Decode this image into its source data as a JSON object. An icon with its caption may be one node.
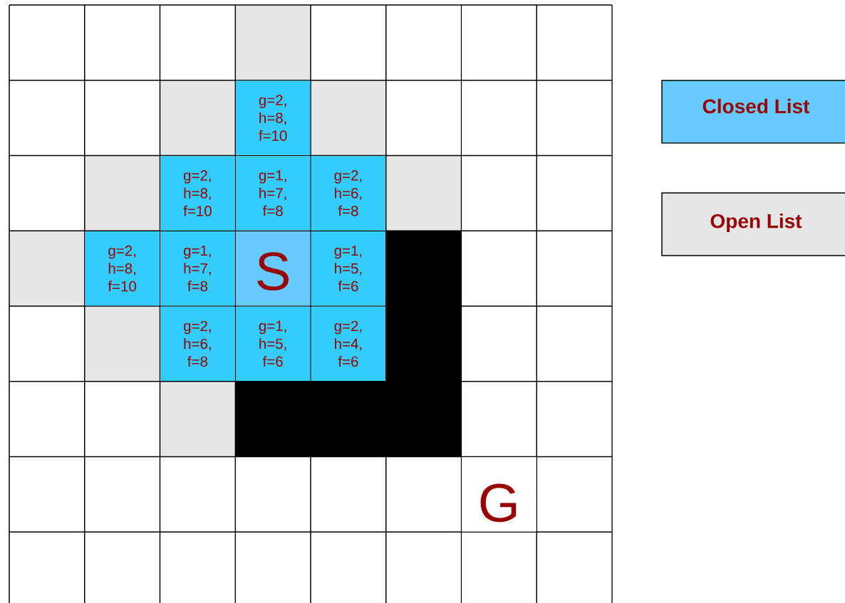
{
  "diagram": {
    "nodes": [
      {
        "text": [
          "g=2, h=8, f=10"
        ]
      },
      {
        "text": [
          "g=2, h=8, f=10"
        ]
      },
      {
        "text": [
          "g=1, h=7, f=8"
        ]
      },
      {
        "text": [
          "g=2, h=6, f=8"
        ]
      },
      {
        "text": [
          "g=2, h=8, f=10"
        ]
      },
      {
        "text": [
          "g=1, h=7, f=8"
        ]
      },
      {
        "text": [
          "S"
        ]
      },
      {
        "text": [
          "g=1, h=5, f=6"
        ]
      },
      {
        "text": [
          "g=2, h=6, f=8"
        ]
      },
      {
        "text": [
          "g=1, h=5, f=6"
        ]
      },
      {
        "text": [
          "g=2, h=4, f=6"
        ]
      },
      {
        "text": [
          "G"
        ]
      }
    ],
    "legend": [
      {
        "text": "Closed List",
        "color": "#66ccff"
      },
      {
        "text": "Open List",
        "color": "#e6e6e6"
      }
    ]
  }
}
